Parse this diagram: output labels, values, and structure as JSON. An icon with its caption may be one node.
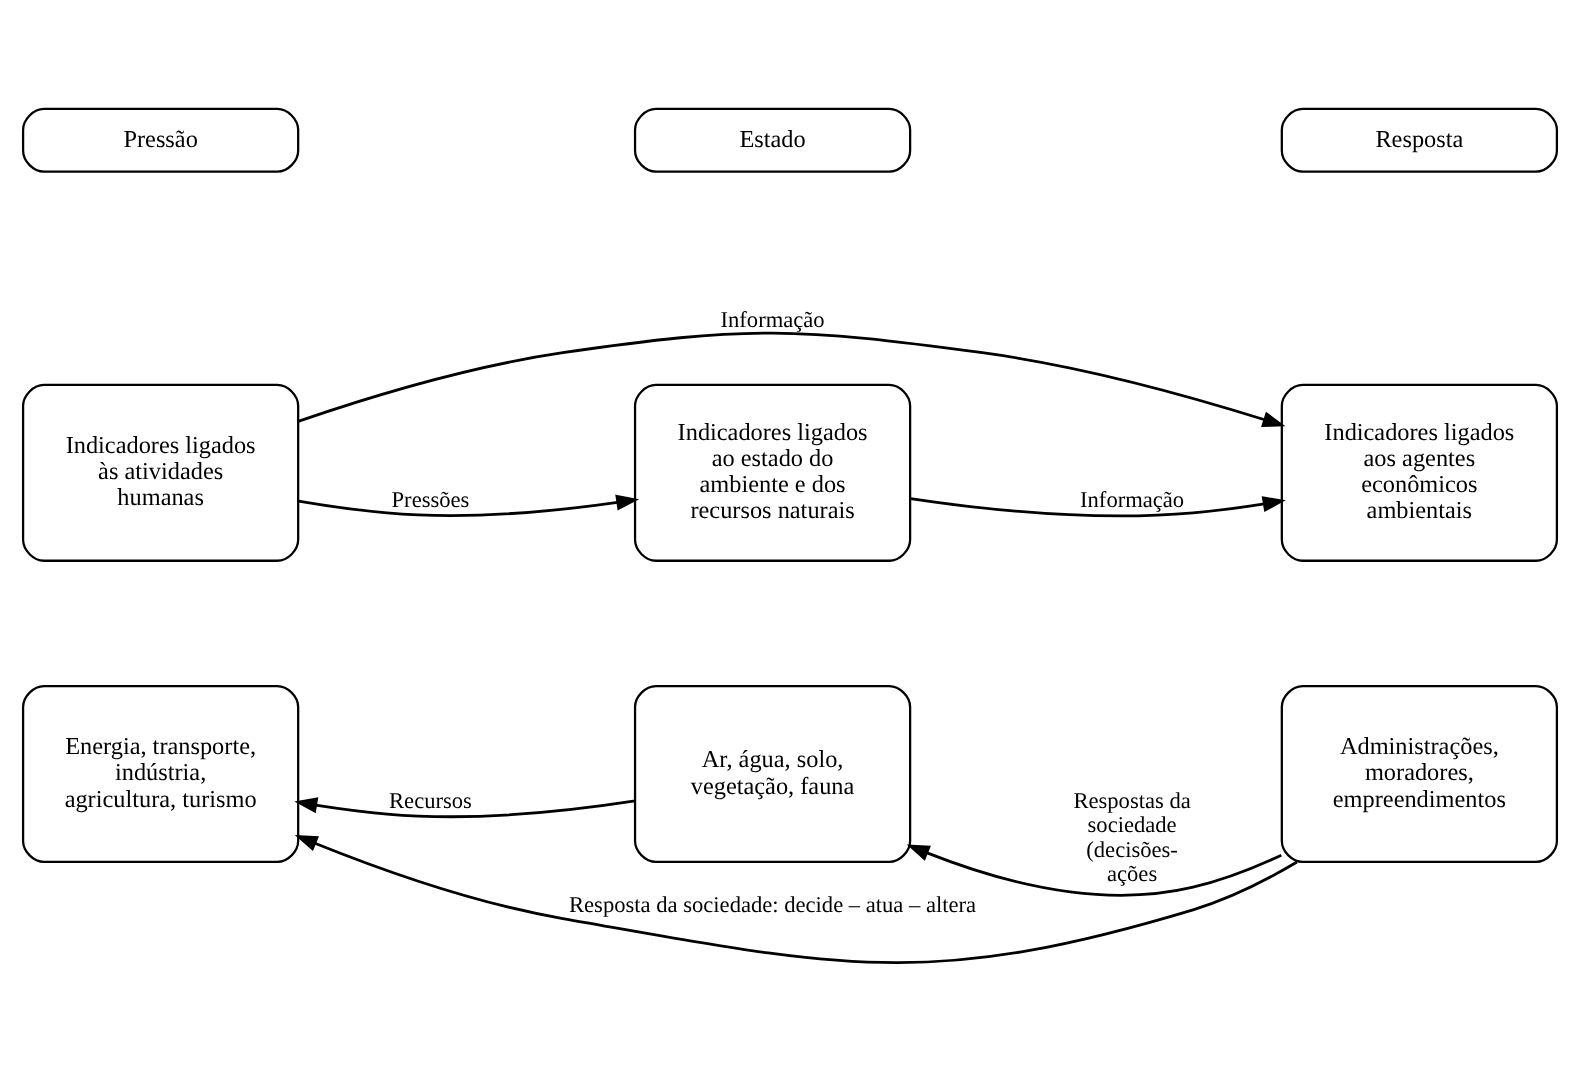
{
  "diagram": {
    "nodes": [
      {
        "text": [
          "Pressão"
        ]
      },
      {
        "text": [
          "Estado"
        ]
      },
      {
        "text": [
          "Resposta"
        ]
      },
      {
        "text": [
          "Indicadores ligados às atividades humanas"
        ]
      },
      {
        "text": [
          "Indicadores ligados ao estado do ambiente e dos recursos naturais"
        ]
      },
      {
        "text": [
          "Indicadores ligados aos agentes econômicos ambientais"
        ]
      },
      {
        "text": [
          "Energia, transporte, indústria, agricultura, turismo"
        ]
      },
      {
        "text": [
          "Ar, água, solo, vegetação, fauna"
        ]
      },
      {
        "text": [
          "Administrações, moradores, empreendimentos"
        ]
      }
    ],
    "edges": [
      {
        "from": 3,
        "to": 5,
        "arrow": "to",
        "label": "Informação"
      },
      {
        "from": 3,
        "to": 4,
        "arrow": "to",
        "label": "Pressões"
      },
      {
        "from": 4,
        "to": 5,
        "arrow": "to",
        "label": "Informação"
      },
      {
        "from": 8,
        "to": 7,
        "arrow": "to",
        "label": "Respostas da sociedade (decisões- ações"
      },
      {
        "from": 7,
        "to": 6,
        "arrow": "to",
        "label": "Recursos"
      },
      {
        "from": 8,
        "to": 6,
        "arrow": "to",
        "label": "Resposta da sociedade: decide – atua – altera"
      }
    ]
  }
}
